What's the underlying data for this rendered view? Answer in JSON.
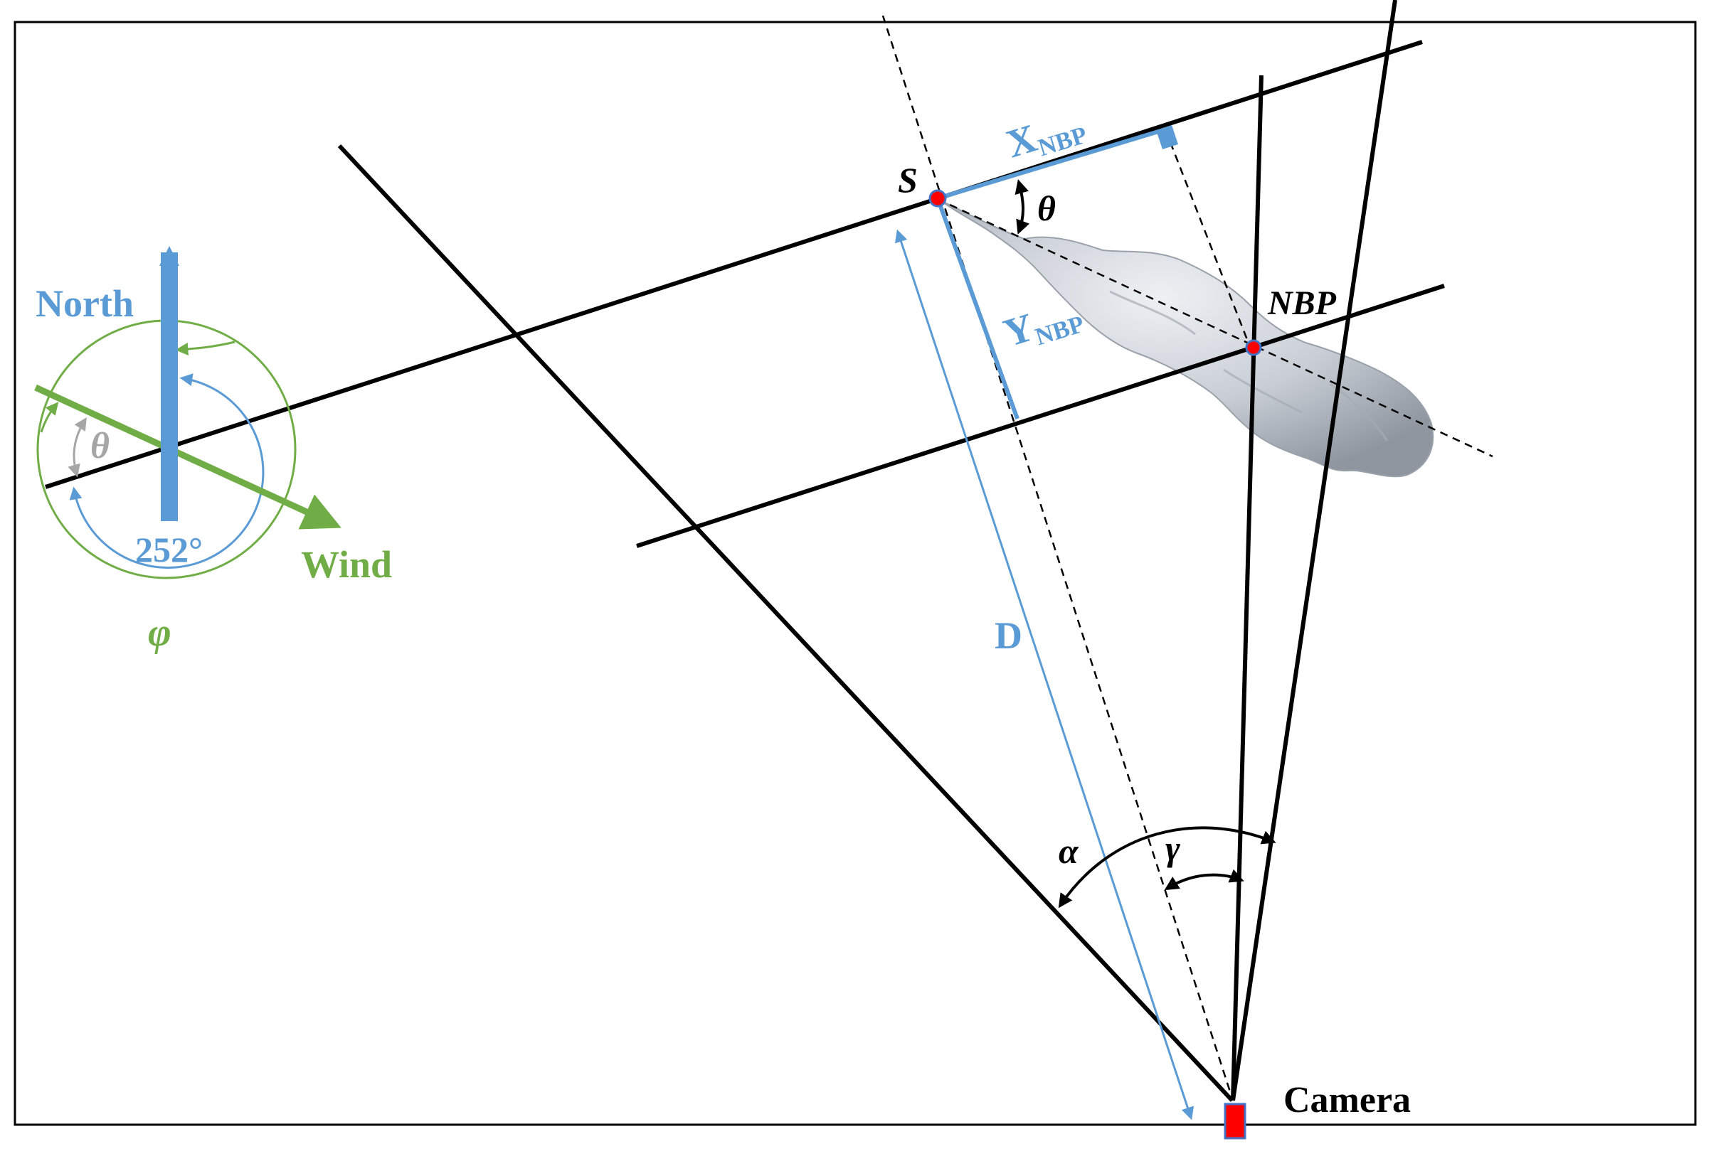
{
  "labels": {
    "north": "North",
    "wind": "Wind",
    "wind_angle": "252°",
    "phi": "φ",
    "theta_compass": "θ",
    "theta_plume": "θ",
    "source": "S",
    "nbp": "NBP",
    "x_nbp_main": "X",
    "x_nbp_sub": "NBP",
    "y_nbp_main": "Y",
    "y_nbp_sub": "NBP",
    "distance": "D",
    "alpha": "α",
    "gamma": "γ",
    "camera": "Camera"
  },
  "colors": {
    "north_blue": "#5b9bd5",
    "wind_green": "#70ad47",
    "theta_gray": "#a6a6a6",
    "lines": "#000000",
    "camera_red": "#ff0000",
    "marker_blue": "#4472c4"
  }
}
